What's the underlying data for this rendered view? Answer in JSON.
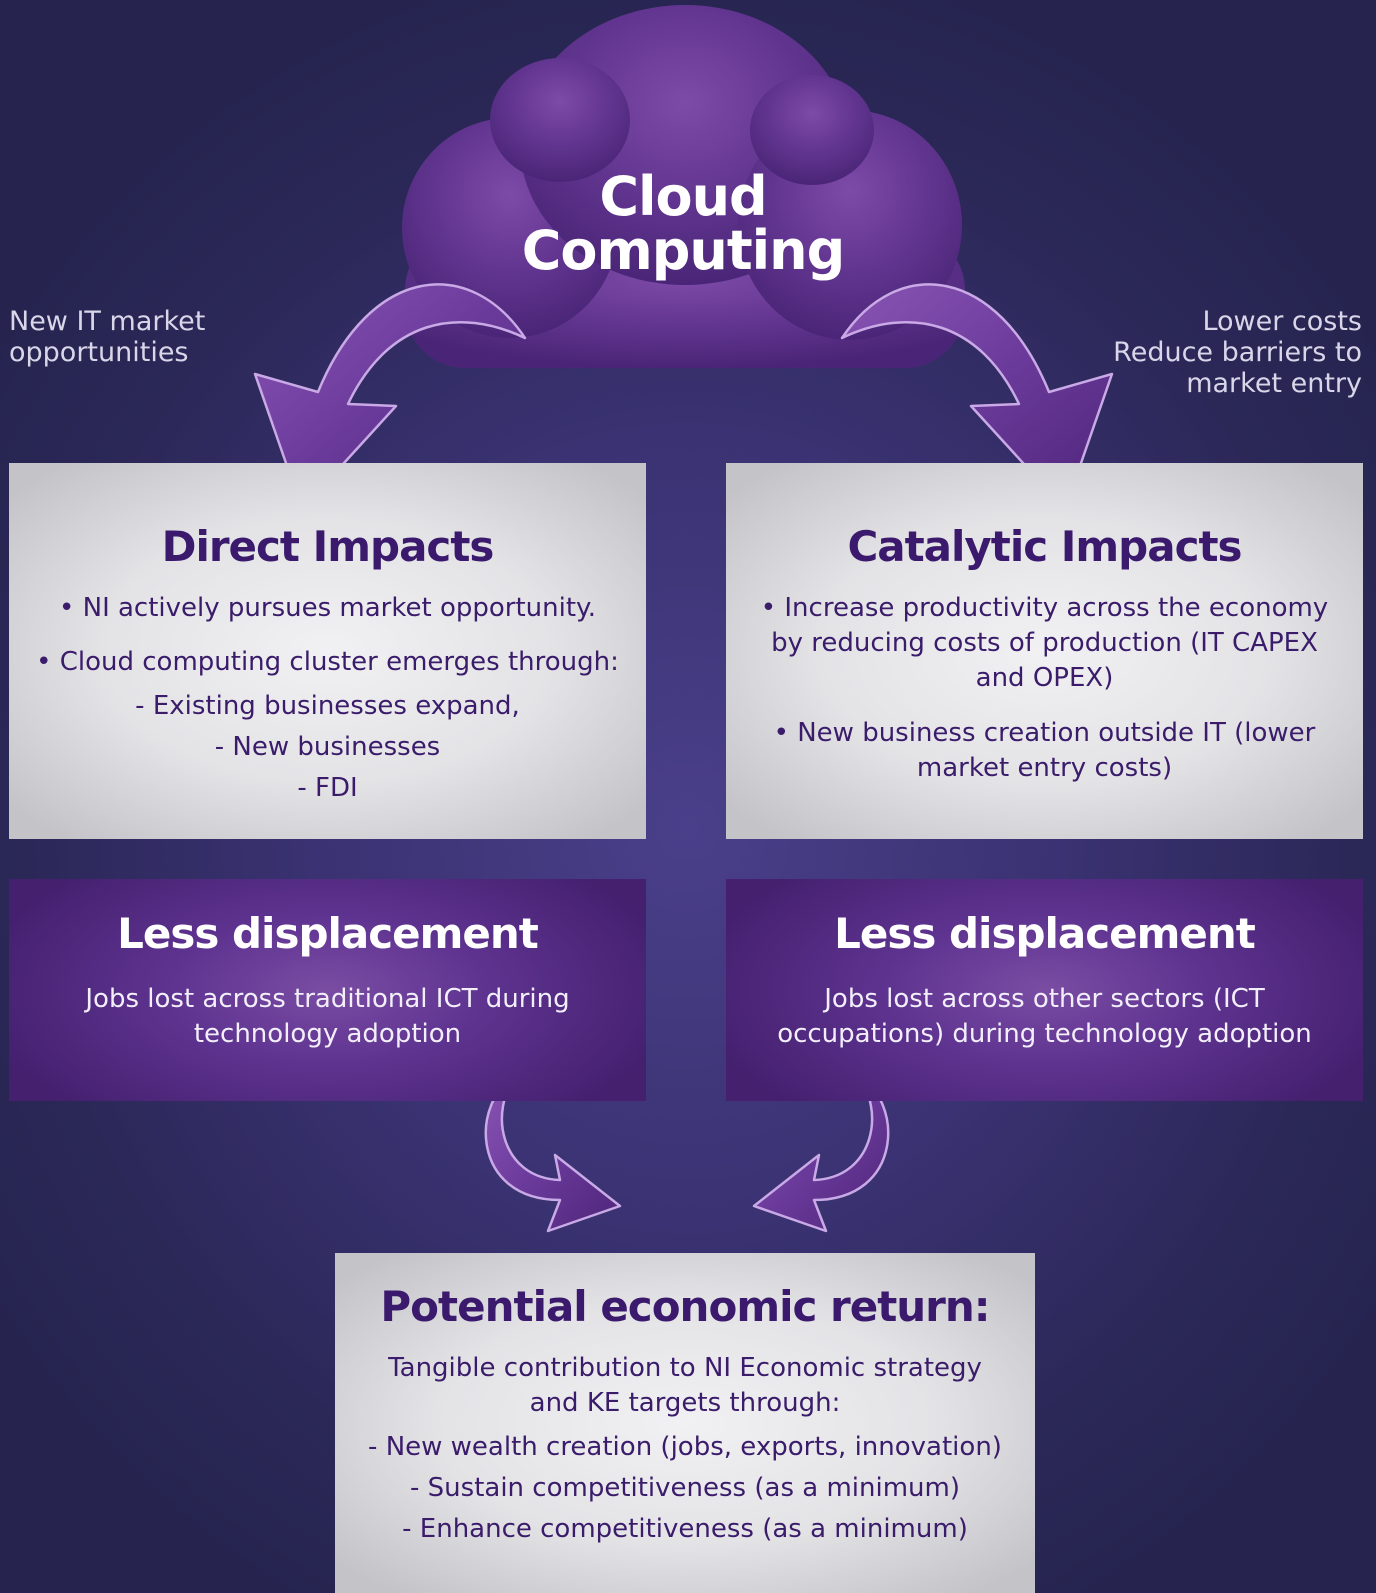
{
  "cloud": {
    "title_line1": "Cloud",
    "title_line2": "Computing"
  },
  "side_labels": {
    "left": [
      "New IT market",
      "opportunities"
    ],
    "right": [
      "Lower costs",
      "Reduce barriers to",
      "market entry"
    ]
  },
  "direct_impacts": {
    "title": "Direct Impacts",
    "lines": [
      "• NI actively pursues market opportunity.",
      "• Cloud computing cluster emerges through:",
      "- Existing businesses expand,",
      "- New businesses",
      "- FDI"
    ]
  },
  "catalytic_impacts": {
    "title": "Catalytic Impacts",
    "lines": [
      "• Increase productivity across the economy",
      "by reducing costs of production (IT CAPEX",
      "and OPEX)",
      "• New business creation outside  IT (lower",
      "market entry costs)"
    ]
  },
  "displacement_left": {
    "title": "Less displacement",
    "lines": [
      "Jobs lost across traditional ICT during",
      "technology adoption"
    ]
  },
  "displacement_right": {
    "title": "Less displacement",
    "lines": [
      "Jobs lost across other sectors (ICT",
      "occupations) during technology adoption"
    ]
  },
  "economic_return": {
    "title": "Potential economic return:",
    "lines": [
      "Tangible contribution to NI Economic strategy",
      "and KE targets through:",
      "- New wealth creation (jobs, exports, innovation)",
      "- Sustain competitiveness (as a minimum)",
      "- Enhance competitiveness (as a minimum)"
    ]
  },
  "colors": {
    "background": "#2b2858",
    "cloud_purple": "#5e3390",
    "box_gray": "#e3e3e6",
    "title_purple": "#3b1a6e",
    "white_text": "#ffffff"
  }
}
